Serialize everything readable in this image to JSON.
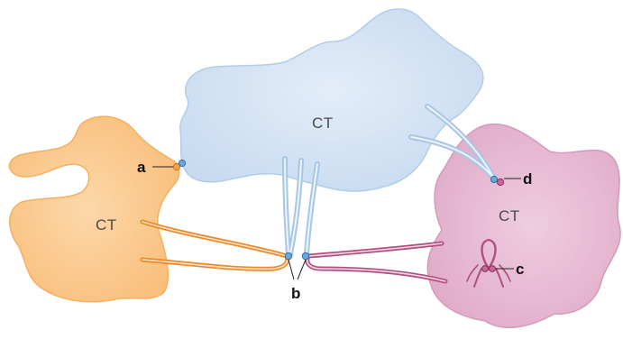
{
  "regions": {
    "blue": {
      "label": "CT",
      "fill": "#d5e3f3",
      "edge": "#b3cde8"
    },
    "orange": {
      "label": "CT",
      "fill": "#fbcb8f",
      "edge": "#f4b060"
    },
    "pink": {
      "label": "CT",
      "fill": "#e9bcd4",
      "edge": "#d29bba"
    }
  },
  "callouts": {
    "a": "a",
    "b": "b",
    "c": "c",
    "d": "d"
  },
  "colors": {
    "fiber_blue": "#a9c6e6",
    "fiber_orange": "#ea8a2c",
    "fiber_pink": "#b0507e",
    "contact_blue": "#4f90cc",
    "contact_orange": "#ea8a2c",
    "contact_pink": "#b0507e",
    "leader": "#222222"
  }
}
